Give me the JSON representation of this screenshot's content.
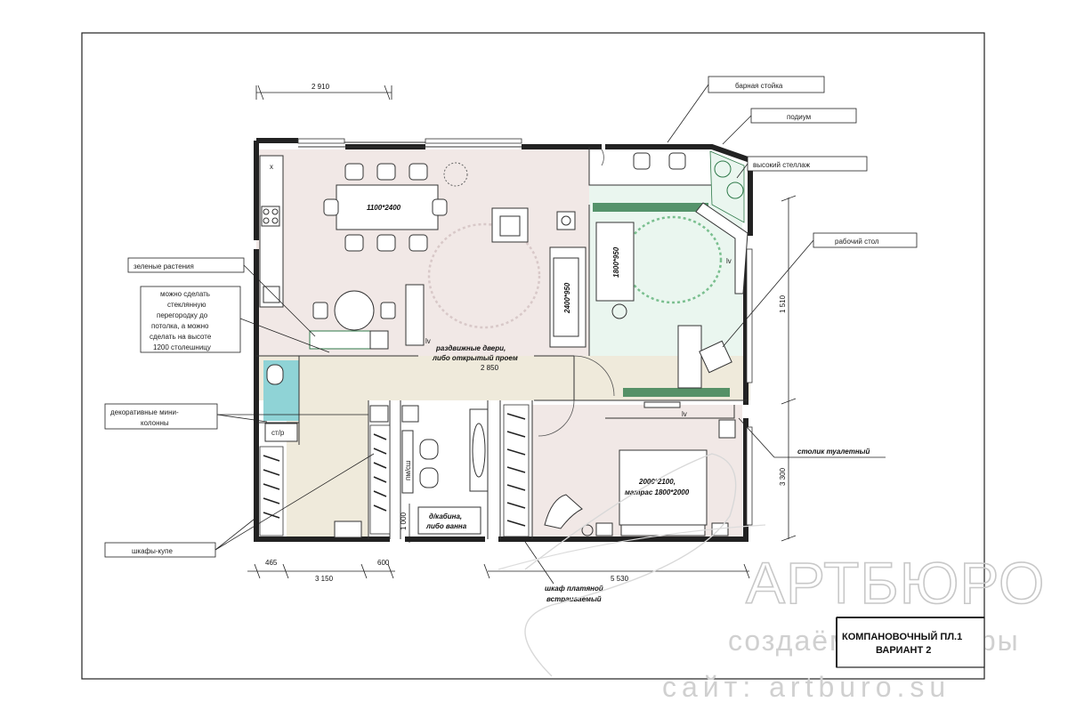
{
  "colors": {
    "living_floor": "#f1e8e6",
    "cabinet_floor": "#eaf6ef",
    "hall_floor": "#efeadb",
    "bath_floor": "#8fd3d6",
    "plant_green": "#2f7a4a",
    "wall": "#222222"
  },
  "dimensions": {
    "top": "2 910",
    "right_upper": "1 510",
    "right_lower": "3 300",
    "bottom_left_small": "465",
    "bottom_left": "3 150",
    "bottom_mid_small": "600",
    "bottom_right": "5 530",
    "passage": "2 850",
    "hall_side": "1 000"
  },
  "rooms": {
    "dining_table": "1100*2400",
    "sofa_living": "2400*950",
    "sofa_cabinet": "1800*950",
    "bed_line1": "2000*2100,",
    "bed_line2": "матрас 1800*2000",
    "doors_line1": "раздвижные двери,",
    "doors_line2": "либо открытый проем",
    "shower_line1": "д/кабина,",
    "shower_line2": "либо ванна",
    "wash": "пм/сш",
    "tv": "tv",
    "fridge": "х",
    "dryer": "ст/р",
    "label_lv": "lv"
  },
  "callouts": {
    "bar": "барная стойка",
    "podium": "подиум",
    "shelving": "высокий стеллаж",
    "desk": "рабочий стол",
    "plants": "зеленые растения",
    "glass_line1": "можно сделать",
    "glass_line2": "стеклянную",
    "glass_line3": "перегородку до",
    "glass_line4": "потолка, а можно",
    "glass_line5": "сделать на высоте",
    "glass_line6": "1200 столешницу",
    "columns_line1": "декоративные мини-",
    "columns_line2": "колонны",
    "wardrobes": "шкафы-купе",
    "vanity": "столик туалетный",
    "builtin_line1": "шкаф платяной",
    "builtin_line2": "встраиваемый"
  },
  "title_block": {
    "line1": "КОМПАНОВОЧНЫЙ ПЛ.1",
    "line2": "ВАРИАНТ 2"
  },
  "watermark": {
    "brand": "АРТБЮРО",
    "tagline": "создаём интерьеры",
    "site": "сайт: artburo.su"
  }
}
